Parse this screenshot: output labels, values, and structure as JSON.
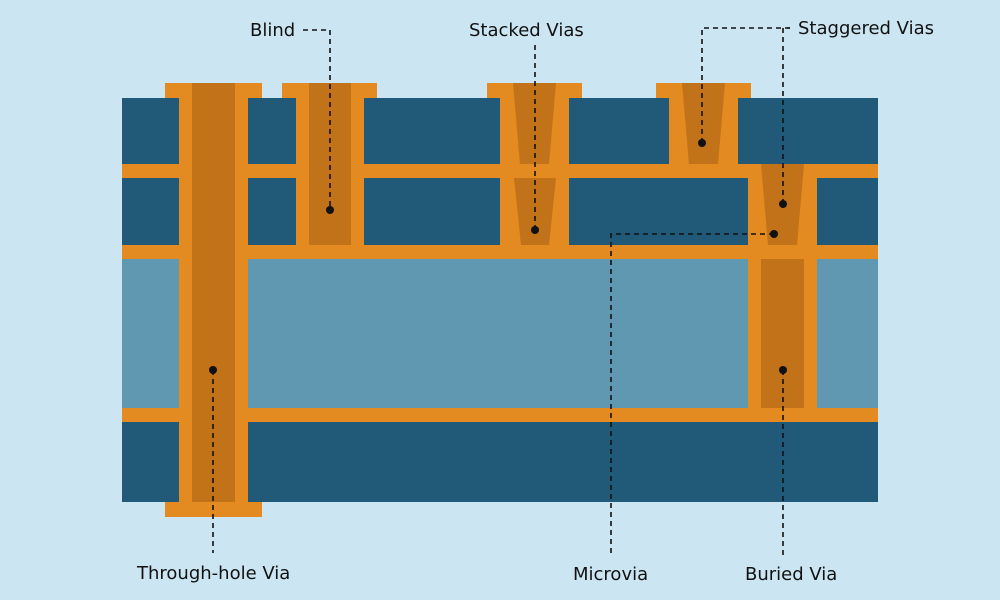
{
  "labels": {
    "blind": "Blind",
    "stacked": "Stacked Vias",
    "staggered": "Staggered Vias",
    "through_hole": "Through-hole Via",
    "microvia": "Microvia",
    "buried": "Buried Via"
  },
  "colors": {
    "background": "#cce5f2",
    "dielectric_dark": "#215a78",
    "core": "#6097b1",
    "copper": "#e38a21",
    "via_fill": "#c27219",
    "leader": "#111111"
  }
}
